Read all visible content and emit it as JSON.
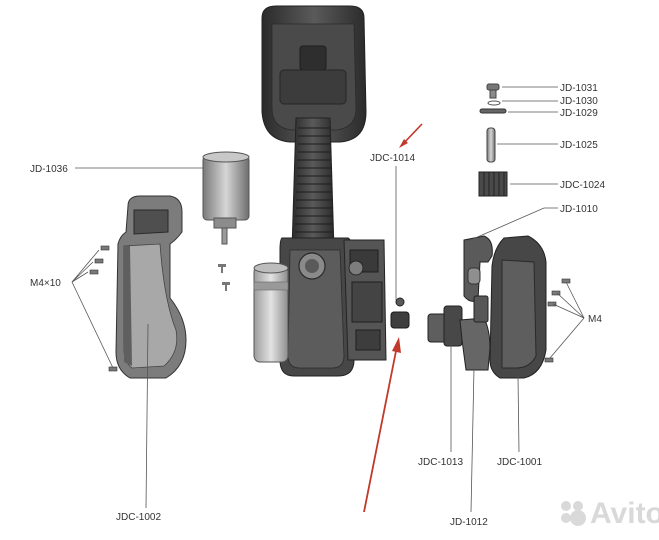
{
  "parts": {
    "JD-1031": "JD-1031",
    "JD-1030": "JD-1030",
    "JD-1029": "JD-1029",
    "JD-1025": "JD-1025",
    "JD-1024": "JDC-1024",
    "JD-1010": "JD-1010",
    "JD-1036": "JD-1036",
    "JDC-1014": "JDC-1014",
    "M4x10": "M4×10",
    "M4": "M4",
    "JDC-1013": "JDC-1013",
    "JDC-1001": "JDC-1001",
    "JD-1012": "JD-1012",
    "JDC-1002": "JDC-1002"
  },
  "watermark": "Avito",
  "colors": {
    "arrow": "#c0392b",
    "body_dark": "#3a3a3a",
    "body_mid": "#6b6b6b",
    "body_light": "#a9a9a9"
  }
}
